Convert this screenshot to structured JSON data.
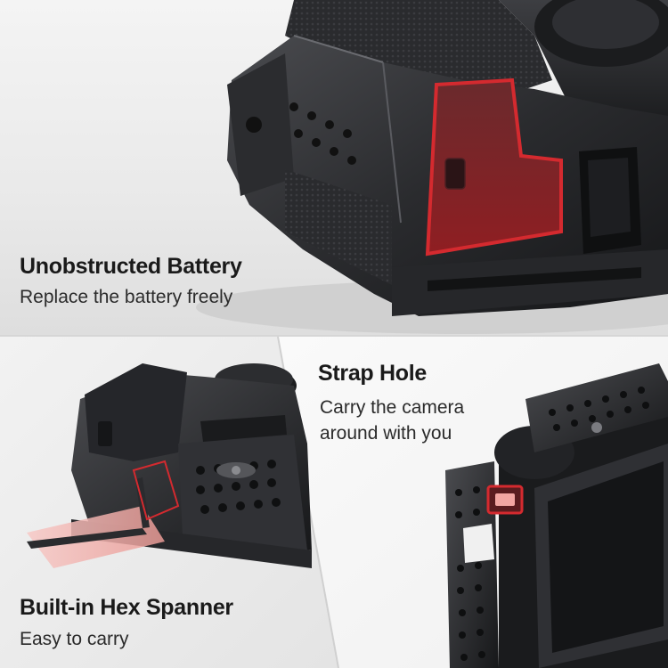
{
  "features": {
    "battery": {
      "title": "Unobstructed Battery",
      "subtitle": "Replace the battery freely"
    },
    "strap": {
      "title": "Strap Hole",
      "subtitle_line1": "Carry the camera",
      "subtitle_line2": "around with you"
    },
    "hex": {
      "title": "Built-in Hex Spanner",
      "subtitle": "Easy to carry"
    }
  },
  "colors": {
    "cage_dark": "#1e1f21",
    "cage_mid": "#3a3b3e",
    "highlight_red": "#c4262b",
    "highlight_fill": "#f3b0ad",
    "background": "#ffffff"
  }
}
